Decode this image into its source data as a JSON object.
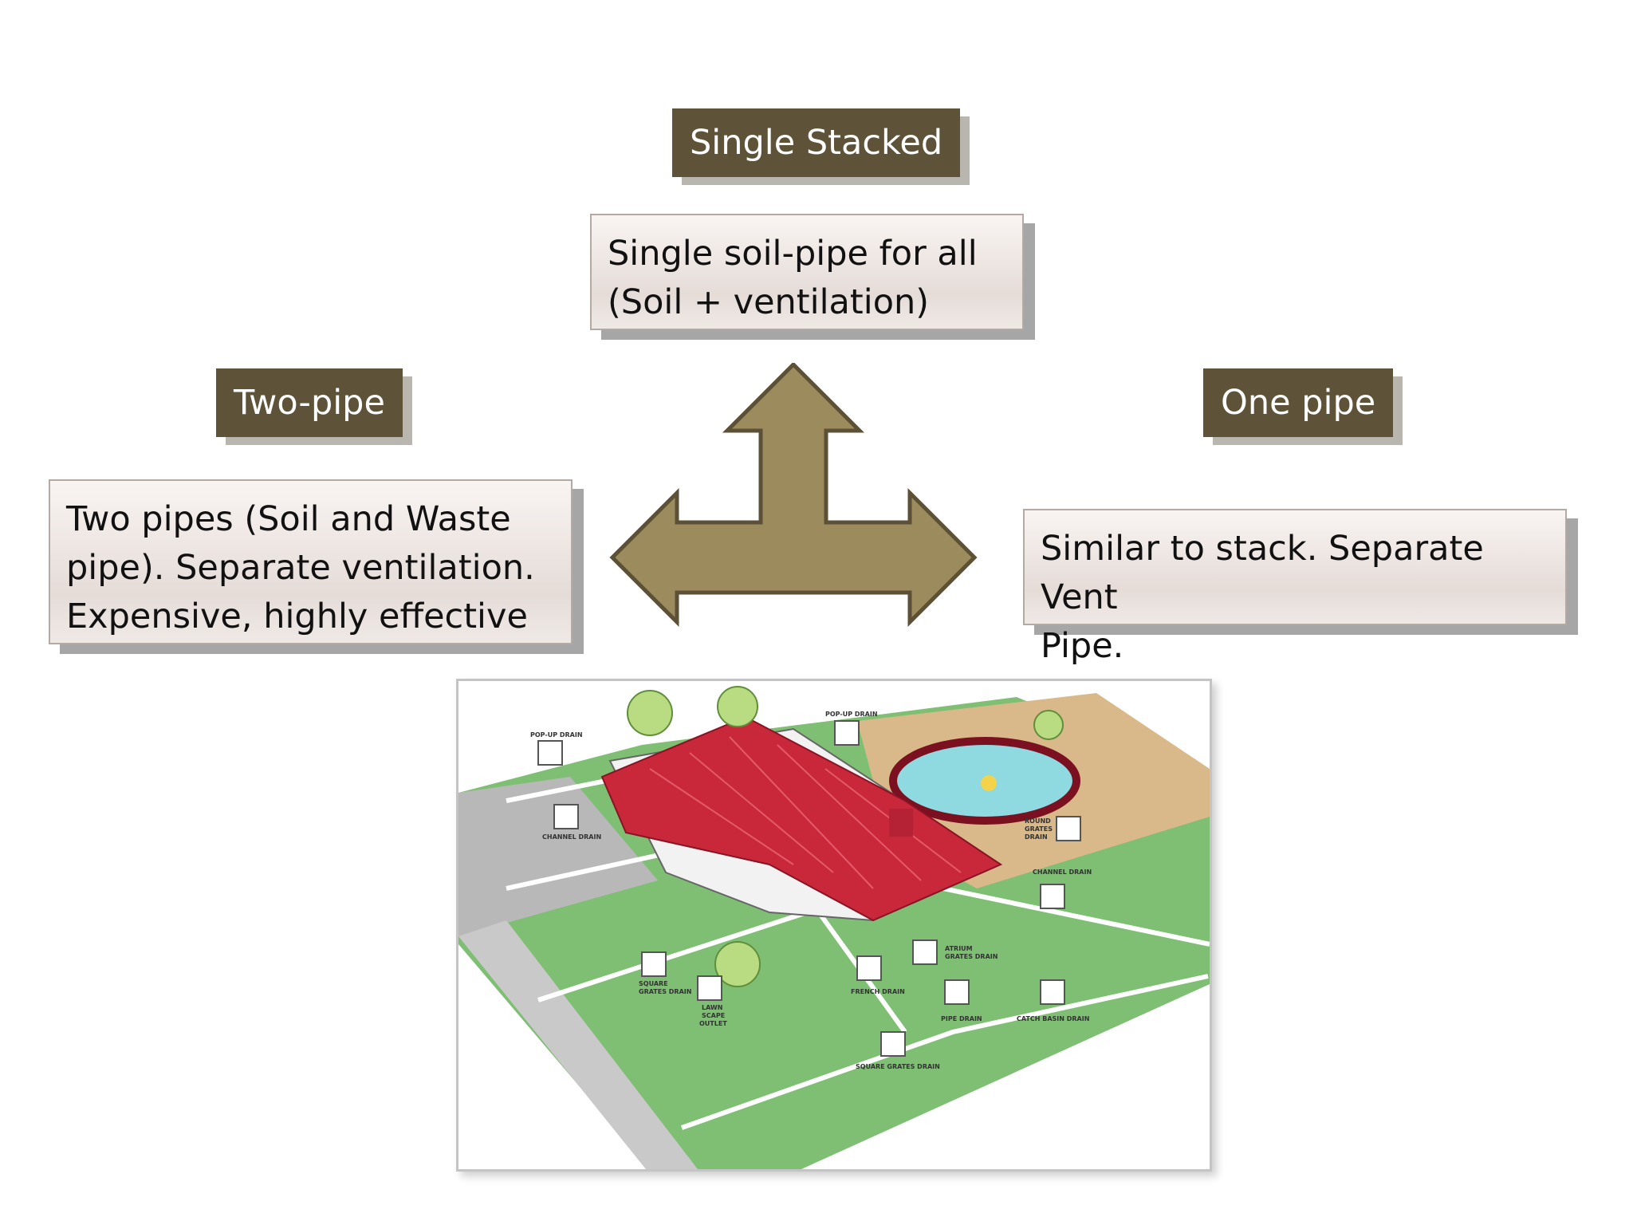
{
  "top": {
    "label": "Single Stacked",
    "desc_line1": "Single soil-pipe for all",
    "desc_line2": "(Soil + ventilation)"
  },
  "left": {
    "label": "Two-pipe",
    "desc_line1": "Two pipes (Soil and Waste",
    "desc_line2": "pipe). Separate ventilation.",
    "desc_line3": "Expensive, highly effective"
  },
  "right": {
    "label": "One pipe",
    "desc_line1": "Similar to stack. Separate Vent",
    "desc_line2": "Pipe."
  },
  "illustration": {
    "callouts": {
      "popup_left": "POP-UP DRAIN",
      "popup_right": "POP-UP DRAIN",
      "channel_left": "CHANNEL DRAIN",
      "channel_right": "CHANNEL DRAIN",
      "round_1": "ROUND",
      "round_2": "GRATES",
      "round_3": "DRAIN",
      "square_left_1": "SQUARE",
      "square_left_2": "GRATES DRAIN",
      "lawn_1": "LAWN",
      "lawn_2": "SCAPE",
      "lawn_3": "OUTLET",
      "french": "FRENCH DRAIN",
      "atrium_1": "ATRIUM",
      "atrium_2": "GRATES DRAIN",
      "pipe": "PIPE DRAIN",
      "catch": "CATCH BASIN DRAIN",
      "square_bottom": "SQUARE GRATES DRAIN"
    }
  },
  "colors": {
    "label_bg": "#5e5339",
    "arrow_fill": "#9c8b5c",
    "arrow_stroke": "#5c5137",
    "lawn": "#7fbf74",
    "roof": "#c8283a",
    "pool": "#8fd9e0"
  }
}
